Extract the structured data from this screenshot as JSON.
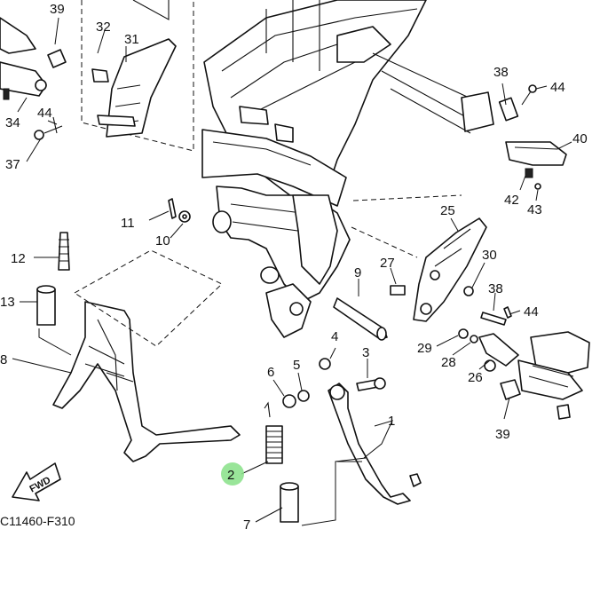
{
  "diagram": {
    "figure_code": "C11460-F310",
    "direction_label": "FWD",
    "highlighted_part": "2",
    "highlight_color": "#8ee28e",
    "callouts": {
      "c1": "1",
      "c2": "2",
      "c3": "3",
      "c4": "4",
      "c5": "5",
      "c6": "6",
      "c7": "7",
      "c8": "8",
      "c9": "9",
      "c10": "10",
      "c11": "11",
      "c12": "12",
      "c13": "13",
      "c25": "25",
      "c26": "26",
      "c27": "27",
      "c28": "28",
      "c29": "29",
      "c30": "30",
      "c31": "31",
      "c32": "32",
      "c34": "34",
      "c37": "37",
      "c38a": "38",
      "c38b": "38",
      "c39a": "39",
      "c39b": "39",
      "c40": "40",
      "c42": "42",
      "c43": "43",
      "c44a": "44",
      "c44b": "44",
      "c44c": "44"
    }
  }
}
